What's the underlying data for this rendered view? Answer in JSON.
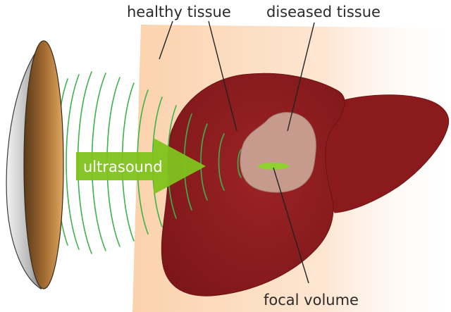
{
  "labels": {
    "healthy_tissue": "healthy tissue",
    "diseased_tissue": "diseased tissue",
    "ultrasound": "ultrasound",
    "focal_volume": "focal volume"
  },
  "colors": {
    "tissue_slab": "#fbd7b3",
    "liver": "#8e1d1f",
    "liver_edge": "#6f1214",
    "diseased": "#c79a8c",
    "focal": "#8fd12e",
    "waves": "#3bb44a",
    "arrow": "#7fc31c",
    "transducer_dark": "#6b4a25",
    "transducer_light": "#d89d57"
  }
}
